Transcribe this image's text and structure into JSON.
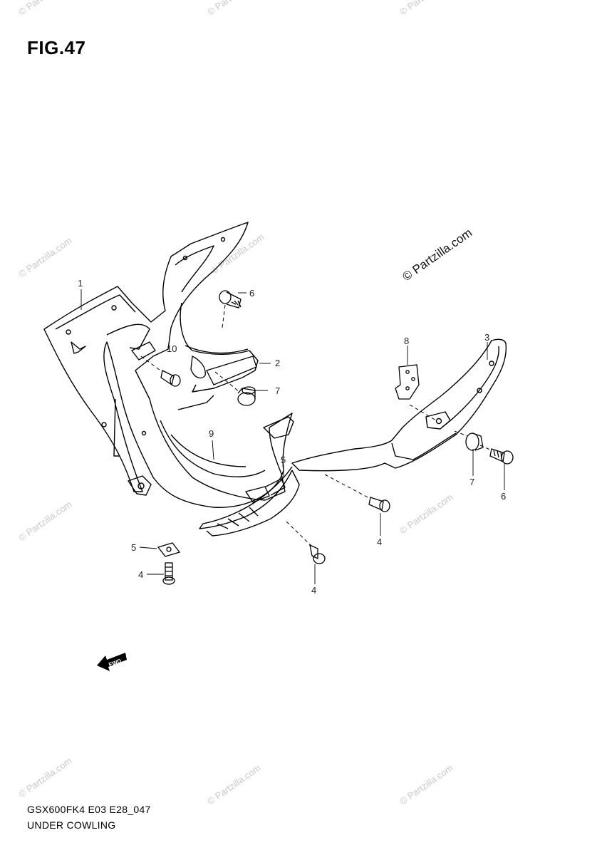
{
  "figure": {
    "title": "FIG.47",
    "code": "GSX600FK4 E03 E28_047",
    "name": "UNDER COWLING"
  },
  "watermark": {
    "text": "© Partzilla.com"
  },
  "callouts": {
    "c1": "1",
    "c2": "2",
    "c3": "3",
    "c4a": "4",
    "c4b": "4",
    "c4c": "4",
    "c5a": "5",
    "c5b": "5",
    "c6a": "6",
    "c6b": "6",
    "c7a": "7",
    "c7b": "7",
    "c8": "8",
    "c9": "9",
    "c10": "10"
  },
  "fwd_label": "FWD",
  "colors": {
    "line": "#000000",
    "watermark": "#c8c8c8",
    "background": "#ffffff"
  }
}
